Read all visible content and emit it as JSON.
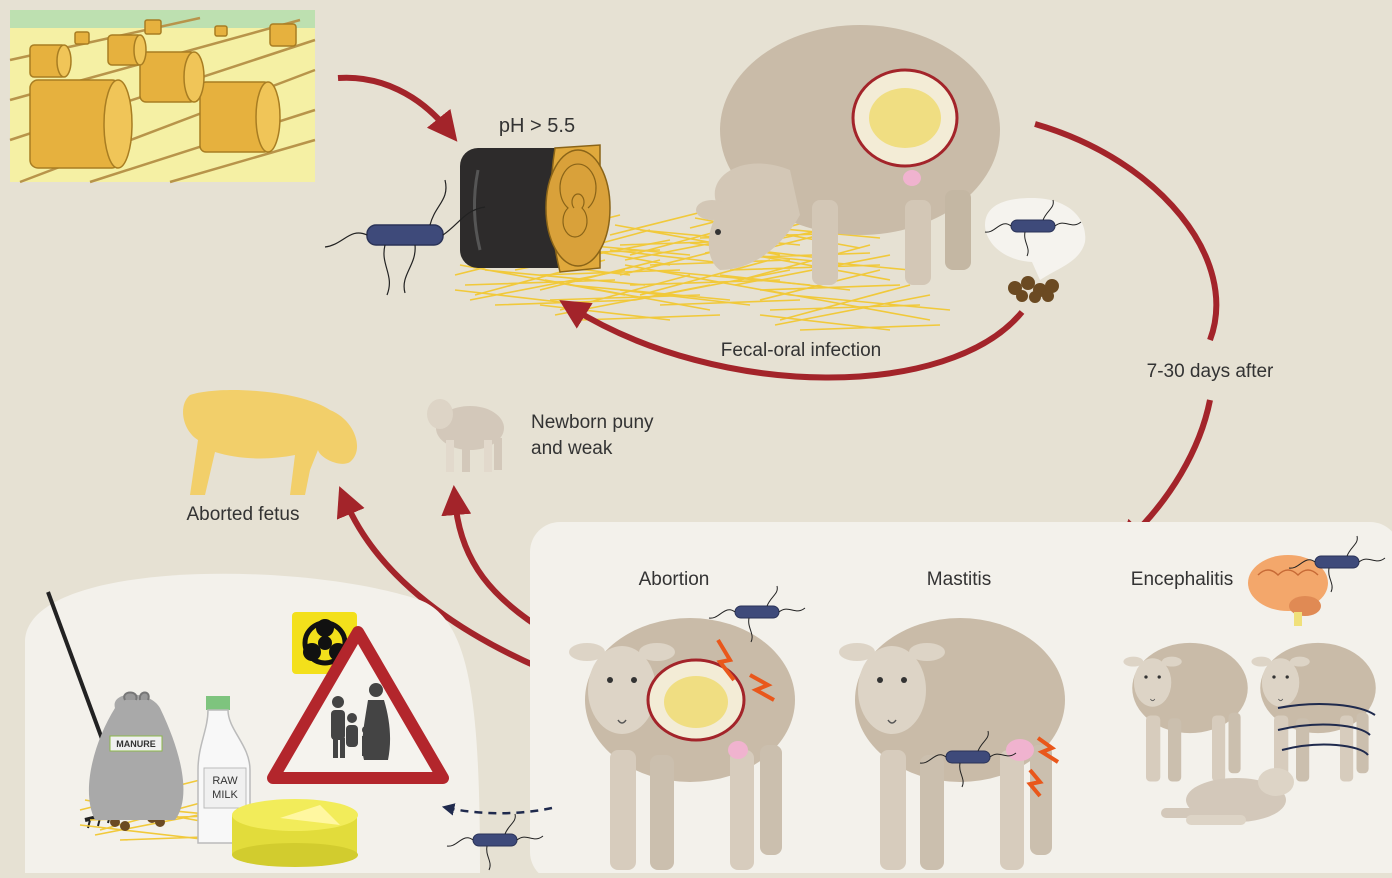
{
  "labels": {
    "ph": "pH > 5.5",
    "fecal_oral": "Fecal-oral infection",
    "days_after": "7-30 days after",
    "newborn_line1": "Newborn puny",
    "newborn_line2": "and weak",
    "aborted_fetus": "Aborted fetus",
    "abortion": "Abortion",
    "mastitis": "Mastitis",
    "encephalitis": "Encephalitis",
    "manure": "MANURE",
    "raw_milk_line1": "RAW",
    "raw_milk_line2": "MILK"
  },
  "colors": {
    "background": "#e6e1d3",
    "panel": "#f3f1eb",
    "arrow": "#a3242a",
    "sheep": "#c9bba8",
    "hay": "#e9b94a",
    "bacterium": "#3e4a7a",
    "biohazard": "#f3e01b",
    "warning_border": "#b3262c"
  },
  "icons": [
    "hay-field-icon",
    "silage-bale-icon",
    "bacterium-icon",
    "pregnant-sheep-icon",
    "feces-icon",
    "aborted-fetus-icon",
    "newborn-lamb-icon",
    "brain-icon",
    "biohazard-icon",
    "warning-sign-icon",
    "rake-icon",
    "manure-bag-icon",
    "milk-bottle-icon",
    "cheese-icon"
  ]
}
